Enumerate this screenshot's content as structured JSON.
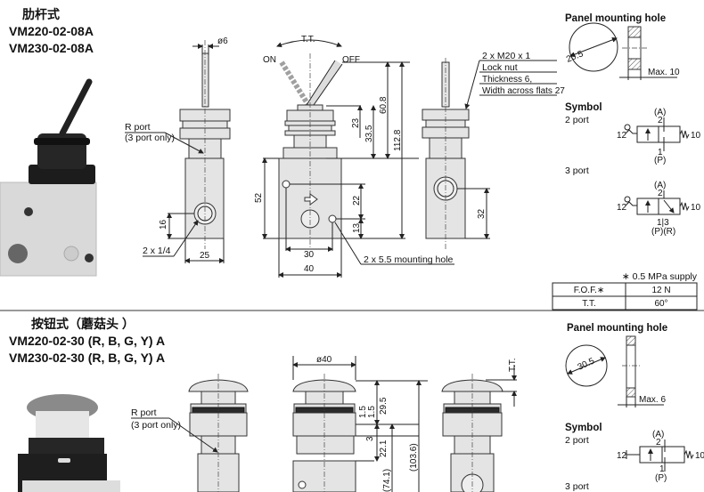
{
  "toggle": {
    "type_label": "肋杆式",
    "models": [
      "VM220-02-08A",
      "VM230-02-08A"
    ],
    "dims": {
      "rod_dia": "ø6",
      "tt": "T.T.",
      "on": "ON",
      "off": "OFF",
      "d23": "23",
      "d33_5": "33.5",
      "d60_8": "60.8",
      "d112_8": "112.8",
      "d52": "52",
      "d22": "22",
      "d13": "13",
      "d30": "30",
      "d40": "40",
      "d16": "16",
      "d25": "25",
      "d32": "32"
    },
    "labels": {
      "r_port": "R port",
      "r_port_note": "(3 port only)",
      "port_size": "2 x 1/4",
      "mounting": "2 x 5.5 mounting hole",
      "thread": "2 x M20 x 1",
      "lock_nut": "Lock nut",
      "thickness": "Thickness 6,",
      "width": "Width across flats 27"
    },
    "panel": {
      "title": "Panel mounting hole",
      "dia": "20.5",
      "max": "Max. 10"
    },
    "symbol": {
      "title": "Symbol",
      "two_port": "2 port",
      "three_port": "3 port",
      "a": "(A)",
      "n2": "2",
      "n12": "12",
      "n10": "10",
      "n1": "1",
      "p": "(P)",
      "n13": "1|3",
      "pr": "(P)(R)"
    },
    "note": "∗ 0.5 MPa supply",
    "table": [
      [
        "F.O.F.∗",
        "12 N"
      ],
      [
        "T.T.",
        "60°"
      ]
    ]
  },
  "mushroom": {
    "type_label": "按钮式（蘑菇头 ）",
    "models": [
      "VM220-02-30 (R, B, G, Y) A",
      "VM230-02-30 (R, B, G, Y) A"
    ],
    "dims": {
      "dia": "ø40",
      "d1_5a": "1.5",
      "d1_5b": "1.5",
      "d29_5": "29.5",
      "d3": "3",
      "d22_1": "22.1",
      "d103_6": "(103.6)",
      "d74_1": "(74.1)",
      "tt": "T.T."
    },
    "labels": {
      "r_port": "R port",
      "r_port_note": "(3 port only)"
    },
    "panel": {
      "title": "Panel mounting hole",
      "dia": "30.5",
      "max": "Max. 6"
    },
    "symbol": {
      "title": "Symbol",
      "two_port": "2 port",
      "three_port": "3 port",
      "a": "(A)",
      "n2": "2",
      "n12": "12",
      "n10": "10",
      "n1": "1",
      "p": "(P)"
    }
  }
}
